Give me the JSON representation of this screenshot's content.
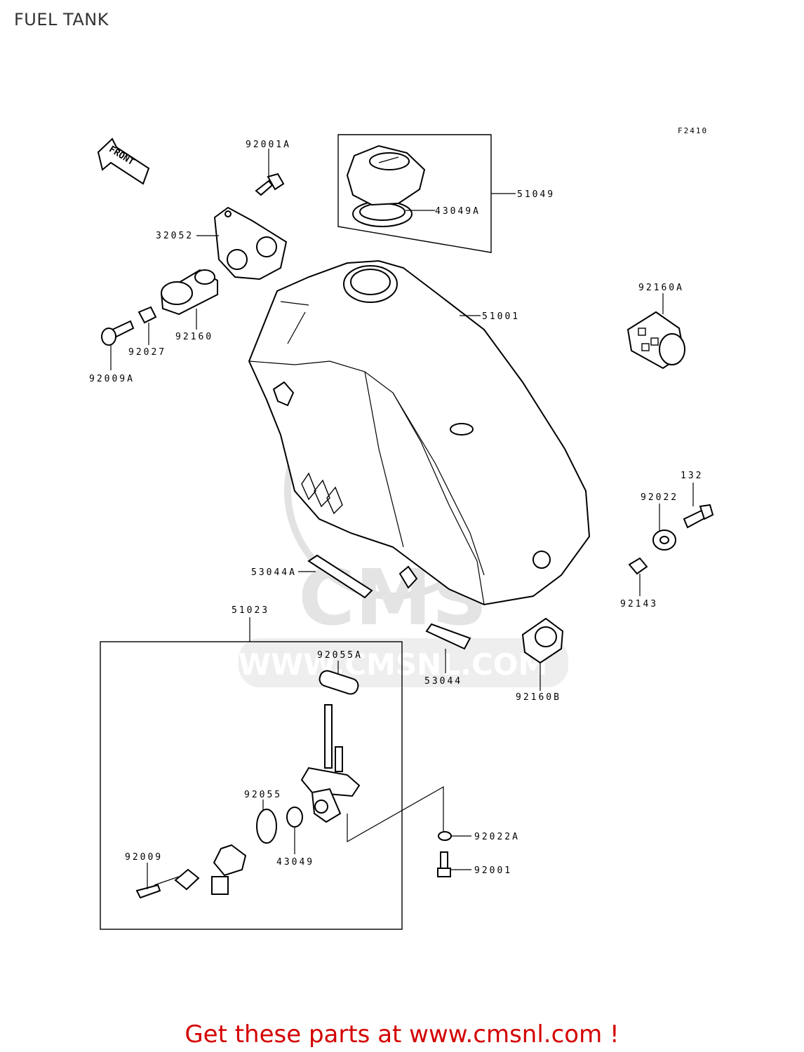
{
  "page": {
    "title": "FUEL TANK"
  },
  "figure": {
    "code": "F2410",
    "front_label": "FRONT"
  },
  "watermark": {
    "text": "WWW.CMSNL.COM",
    "logo": "CMS"
  },
  "parts": [
    {
      "id": "92001A",
      "label": "92001A"
    },
    {
      "id": "51049",
      "label": "51049"
    },
    {
      "id": "43049A",
      "label": "43049A"
    },
    {
      "id": "32052",
      "label": "32052"
    },
    {
      "id": "92160A",
      "label": "92160A"
    },
    {
      "id": "51001",
      "label": "51001"
    },
    {
      "id": "92027",
      "label": "92027"
    },
    {
      "id": "92160",
      "label": "92160"
    },
    {
      "id": "92009A",
      "label": "92009A"
    },
    {
      "id": "132",
      "label": "132"
    },
    {
      "id": "92022",
      "label": "92022"
    },
    {
      "id": "53044A",
      "label": "53044A"
    },
    {
      "id": "92143",
      "label": "92143"
    },
    {
      "id": "51023",
      "label": "51023"
    },
    {
      "id": "92055A",
      "label": "92055A"
    },
    {
      "id": "53044",
      "label": "53044"
    },
    {
      "id": "92160B",
      "label": "92160B"
    },
    {
      "id": "92055",
      "label": "92055"
    },
    {
      "id": "92022A",
      "label": "92022A"
    },
    {
      "id": "92009",
      "label": "92009"
    },
    {
      "id": "92001",
      "label": "92001"
    },
    {
      "id": "43049",
      "label": "43049"
    }
  ],
  "footer": {
    "promo": "Get these parts at www.cmsnl.com !"
  }
}
